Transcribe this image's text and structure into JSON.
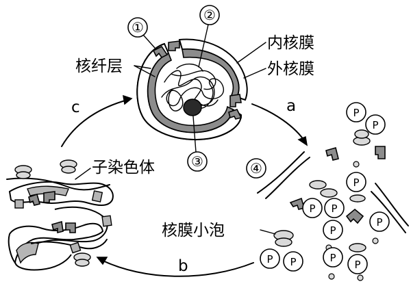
{
  "labels": {
    "marker1": "①",
    "marker2": "②",
    "marker3": "③",
    "marker4": "④",
    "inner_membrane": "内核膜",
    "outer_membrane": "外核膜",
    "lamina": "核纤层",
    "chromosome": "子染色体",
    "vesicle": "核膜小泡",
    "step_a": "a",
    "step_b": "b",
    "step_c": "c",
    "phosphate": "P"
  },
  "colors": {
    "ink": "#000000",
    "membrane_gray": "#8c8c8c",
    "protein_gray": "#b5b5b5",
    "light_gray": "#d9d9d9",
    "background": "#ffffff"
  }
}
